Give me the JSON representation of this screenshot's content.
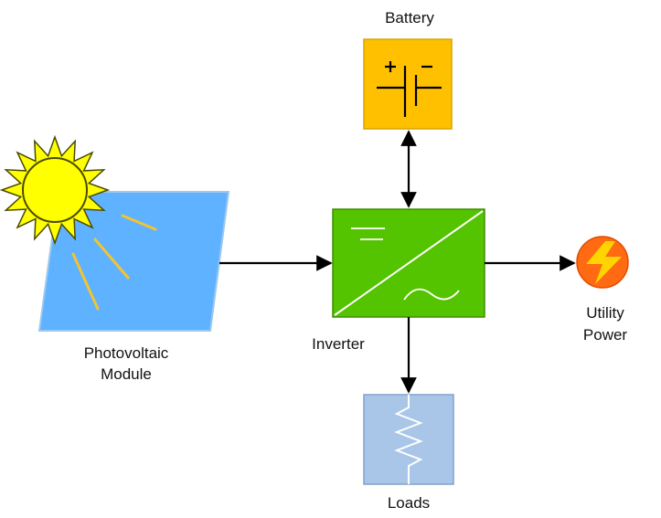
{
  "labels": {
    "battery": "Battery",
    "pv_line1": "Photovoltaic",
    "pv_line2": "Module",
    "inverter": "Inverter",
    "utility_line1": "Utility",
    "utility_line2": "Power",
    "loads": "Loads"
  },
  "colors": {
    "battery_fill": "#FFC000",
    "battery_border": "#D9A400",
    "pv_fill": "#5EB2FF",
    "pv_border": "#9CC8EE",
    "sun_fill": "#FFFF00",
    "sun_border": "#4A4A00",
    "sun_rays": "#F4C430",
    "inverter_fill": "#54C300",
    "inverter_border": "#3E8F00",
    "loads_fill": "#A9C6E8",
    "loads_border": "#7FA3CC",
    "utility_fill": "#FF6A13",
    "utility_bolt": "#FFD400",
    "arrow": "#000000"
  },
  "icons": {
    "sun": "sun-icon",
    "battery": "battery-symbol-icon",
    "inverter": "dc-ac-inverter-icon",
    "loads": "resistor-icon",
    "utility": "lightning-bolt-icon"
  }
}
